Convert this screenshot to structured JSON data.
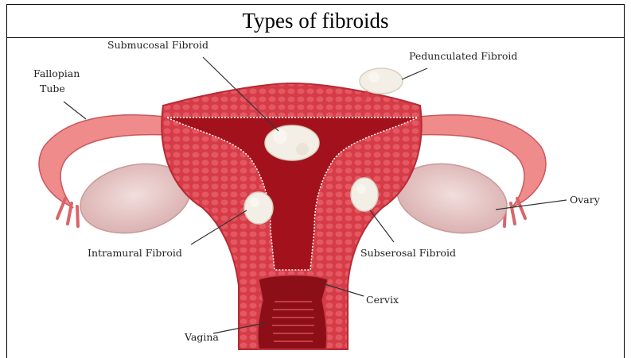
{
  "title": "Types of fibroids",
  "labels": {
    "submucosal": "Submucosal Fibroid",
    "pedunculated": "Pedunculated Fibroid",
    "fallopian_line1": "Fallopian",
    "fallopian_line2": "Tube",
    "ovary": "Ovary",
    "intramural": "Intramural Fibroid",
    "subserosal": "Subserosal Fibroid",
    "cervix": "Cervix",
    "vagina": "Vagina"
  },
  "colors": {
    "tissue": "#d9404a",
    "tissue_dark": "#a3121c",
    "tube": "#ef8b8b",
    "ovary": "#e6c5c4",
    "fibroid": "#f3efe6"
  }
}
